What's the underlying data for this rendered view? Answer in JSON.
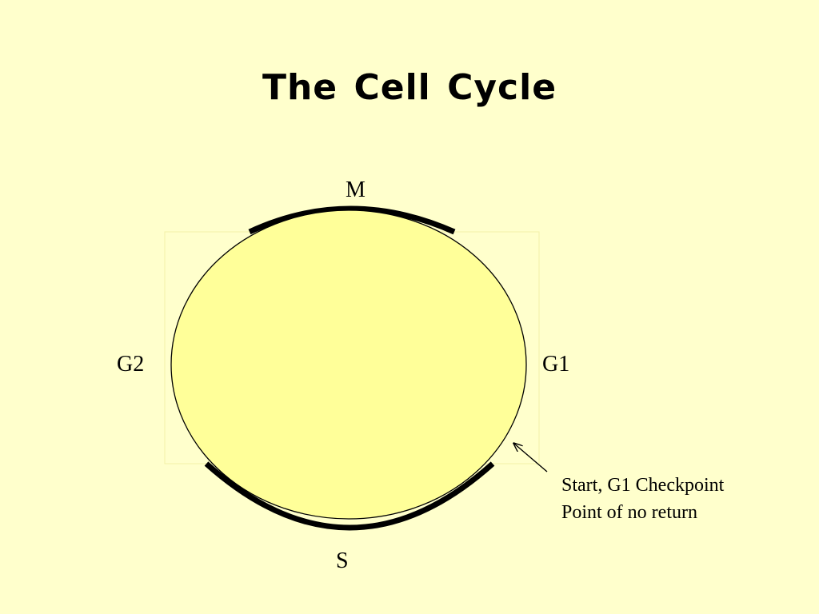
{
  "slide": {
    "title": "The Cell  Cycle",
    "background_color": "#FFFFCC"
  },
  "diagram": {
    "cell_fill_color": "#FFFF99",
    "phase_labels": {
      "top": "M",
      "left": "G2",
      "right": "G1",
      "bottom": "S"
    },
    "annotation": {
      "line1": "Start, G1 Checkpoint",
      "line2": "Point of no return"
    }
  }
}
